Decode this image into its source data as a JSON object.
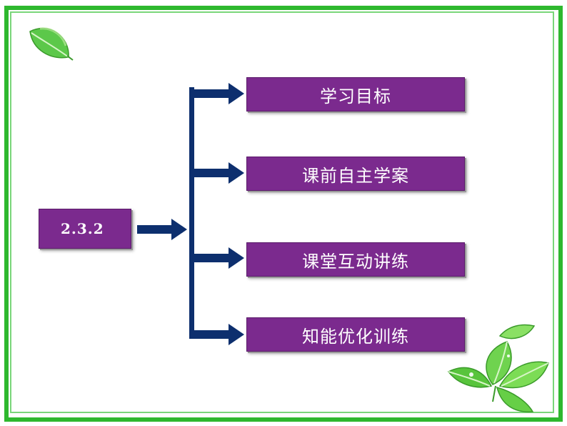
{
  "main_node": {
    "label": "2.3.2"
  },
  "items": [
    {
      "label": "学习目标"
    },
    {
      "label": "课前自主学案"
    },
    {
      "label": "课堂互动讲练"
    },
    {
      "label": "知能优化训练"
    }
  ],
  "colors": {
    "frame": "#2eb82e",
    "box_fill": "#7b2a8e",
    "connector": "#0d2f6e",
    "leaf": "#5cc84a"
  }
}
